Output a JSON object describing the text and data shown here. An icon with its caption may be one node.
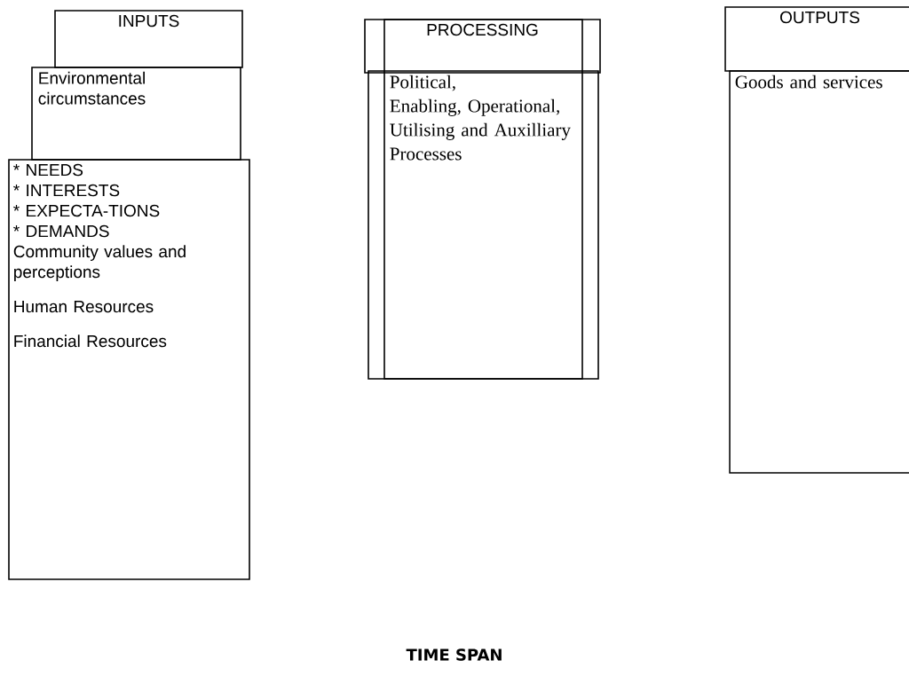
{
  "diagram": {
    "nodes": [
      {
        "text": [
          "INPUTS"
        ]
      },
      {
        "text": [
          "Environmental circumstances"
        ]
      },
      {
        "text": [
          "* NEEDS",
          "* INTERESTS",
          "* EXPECTA-TIONS",
          "* DEMANDS",
          "Community values and perceptions",
          "Human Resources",
          "Financial Resources"
        ]
      },
      {
        "text": [
          "PROCESSING"
        ]
      },
      {
        "text": [
          "Political,",
          "Enabling, Operational, Utilising and Auxilliary Processes"
        ]
      },
      {
        "text": [
          "OUTPUTS"
        ]
      },
      {
        "text": [
          "Goods and services"
        ]
      }
    ],
    "labels": [
      "**TIME SPAN**"
    ]
  }
}
